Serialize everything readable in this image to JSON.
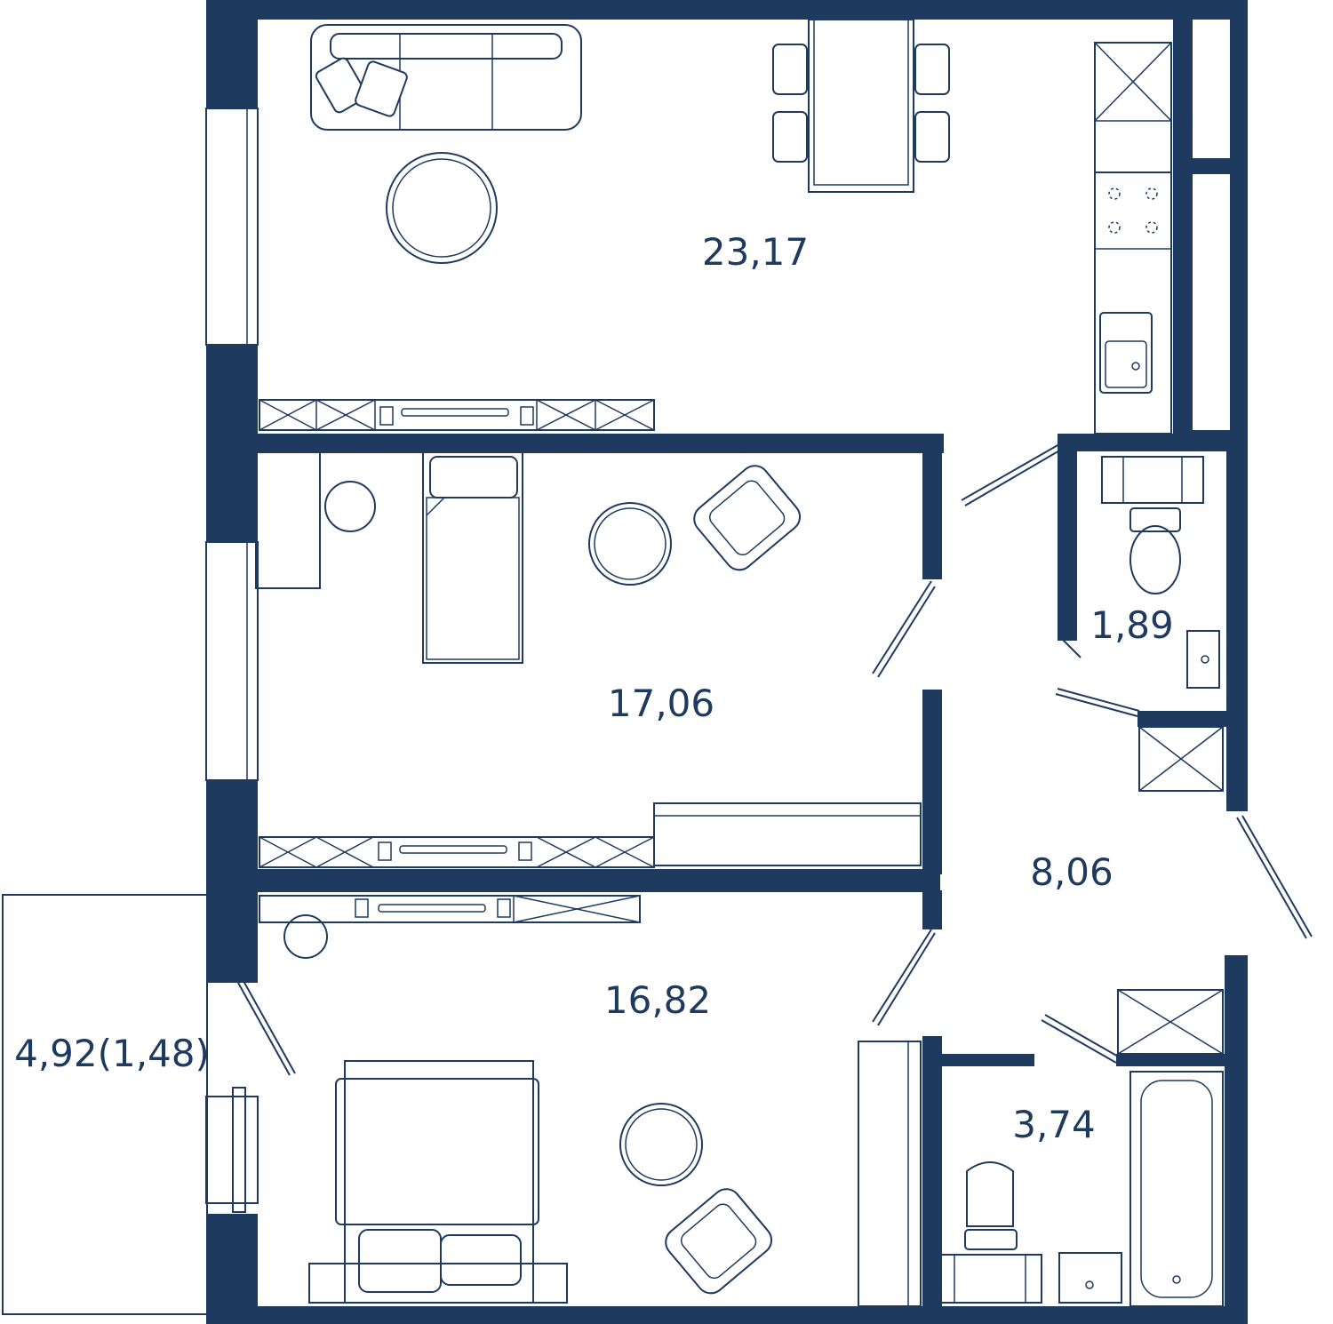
{
  "colors": {
    "wall": "#1e3a5f",
    "background": "#ffffff"
  },
  "rooms": {
    "living_kitchen": {
      "area": "23,17"
    },
    "bedroom_1": {
      "area": "17,06"
    },
    "bedroom_2": {
      "area": "16,82"
    },
    "hallway": {
      "area": "8,06"
    },
    "toilet": {
      "area": "1,89"
    },
    "bathroom": {
      "area": "3,74"
    },
    "balcony": {
      "area": "4,92(1,48)"
    }
  },
  "icons": [
    "sofa-icon",
    "dining-table-icon",
    "stove-icon",
    "sink-icon",
    "bed-icon",
    "armchair-icon",
    "toilet-icon",
    "bathtub-icon",
    "wardrobe-icon",
    "radiator-icon",
    "round-table-icon",
    "door-icon"
  ]
}
